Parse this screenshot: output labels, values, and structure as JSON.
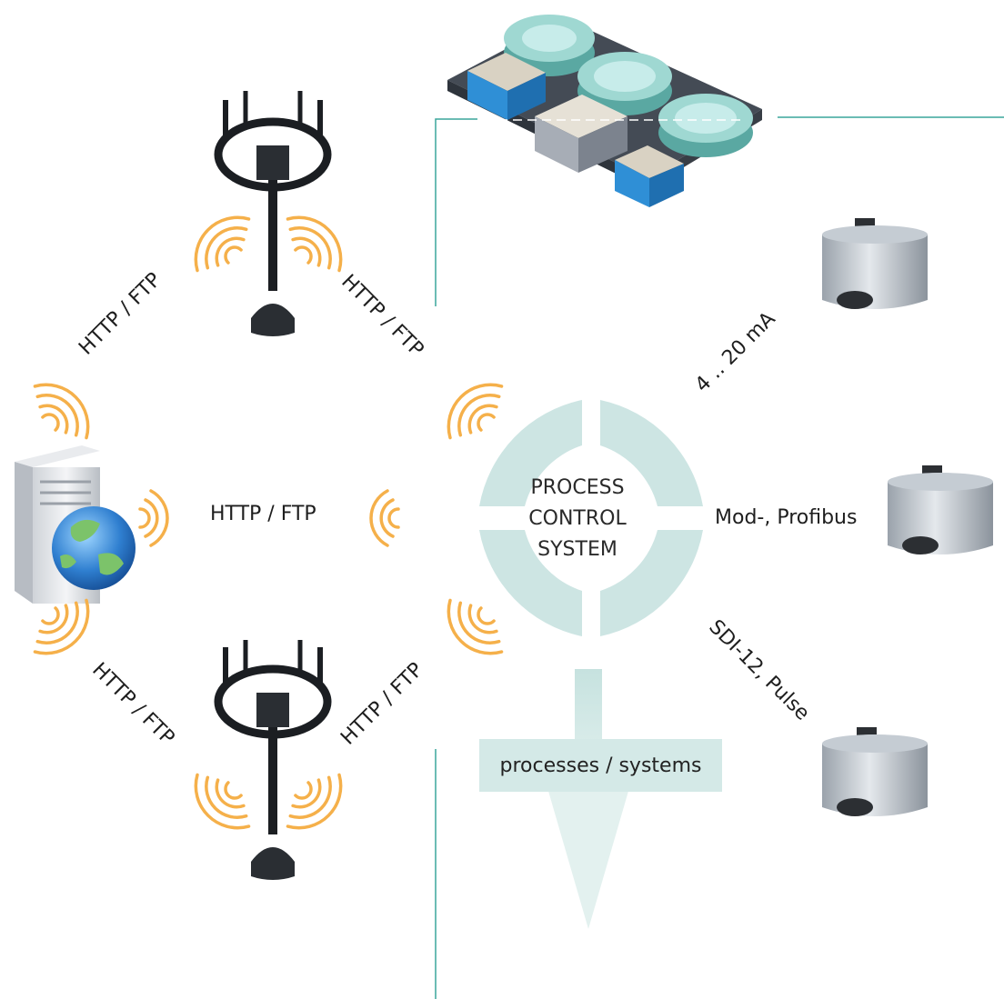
{
  "title": "",
  "center": {
    "lines": [
      "PROCESS",
      "CONTROL",
      "SYSTEM"
    ]
  },
  "output_box": "processes / systems",
  "connections": {
    "top_left": "HTTP / FTP",
    "top_right": "HTTP / FTP",
    "middle": "HTTP / FTP",
    "bottom_left": "HTTP / FTP",
    "bottom_right": "HTTP / FTP"
  },
  "sensor_links": {
    "analog": "4 .. 20 mA",
    "bus": "Mod-, Profibus",
    "serial": "SDI-12, Pulse"
  },
  "colors": {
    "ring": "#cde5e3",
    "accent_line": "#3aa59c",
    "wireless": "#f5b04a",
    "output_box": "#d4e9e7"
  },
  "icons": [
    "water-treatment-plant-icon",
    "measurement-probe-icon",
    "web-server-icon",
    "radar-sensor-icon",
    "wireless-signal-icon",
    "down-arrow-icon"
  ]
}
